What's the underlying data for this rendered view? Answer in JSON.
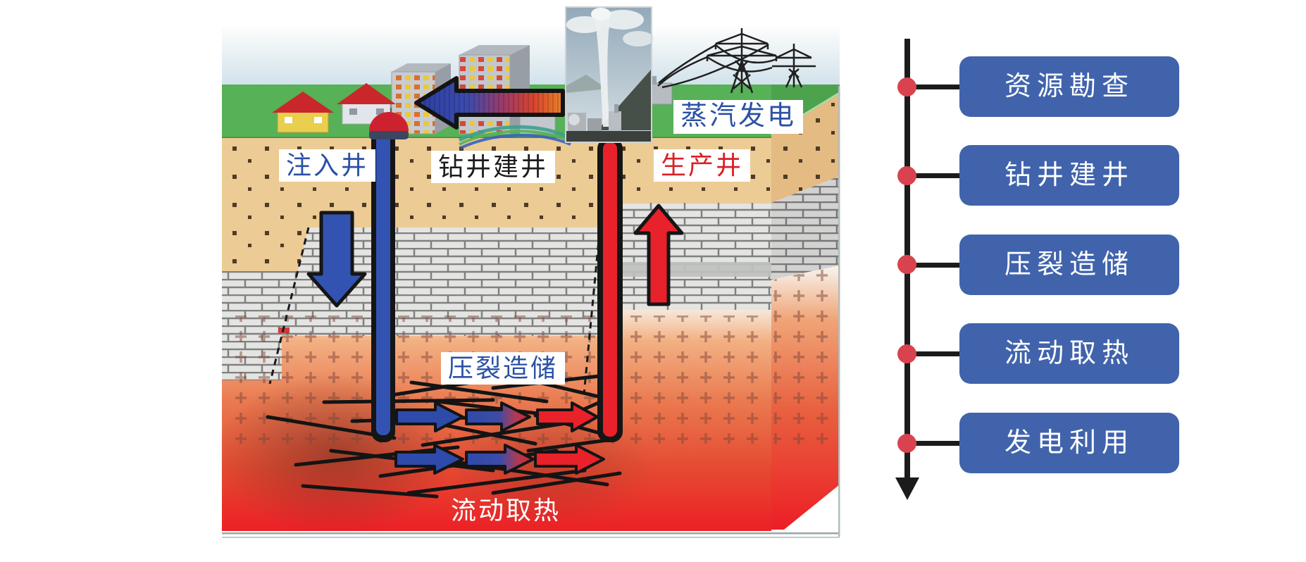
{
  "diagram": {
    "labels": {
      "steam_power": "蒸汽发电",
      "injection_well": "注入井",
      "well_drilling": "钻井建井",
      "production_well": "生产井",
      "fracturing_storage": "压裂造储",
      "flow_heat_extraction": "流动取热"
    },
    "colors": {
      "label_blue": "#2b51a5",
      "label_red": "#d92027",
      "injection_pipe_blue": "#3353b2",
      "production_pipe_red": "#e8212a",
      "hot_rock_red": "#ec1f26",
      "sand_tan": "#eccb94",
      "grass_green": "#57b157"
    },
    "icons": [
      "steam-plant-photo",
      "power-tower-icon",
      "heat-to-city-arrow-icon",
      "injection-down-arrow-icon",
      "production-up-arrow-icon",
      "flow-arrows-icon",
      "fracture-lines-icon"
    ]
  },
  "timeline": {
    "steps": [
      {
        "label": "资源勘查"
      },
      {
        "label": "钻井建井"
      },
      {
        "label": "压裂造储"
      },
      {
        "label": "流动取热"
      },
      {
        "label": "发电利用"
      }
    ],
    "colors": {
      "box_blue": "#4063ac",
      "dot_red": "#d8434f",
      "line_black": "#1b1b1b"
    }
  }
}
